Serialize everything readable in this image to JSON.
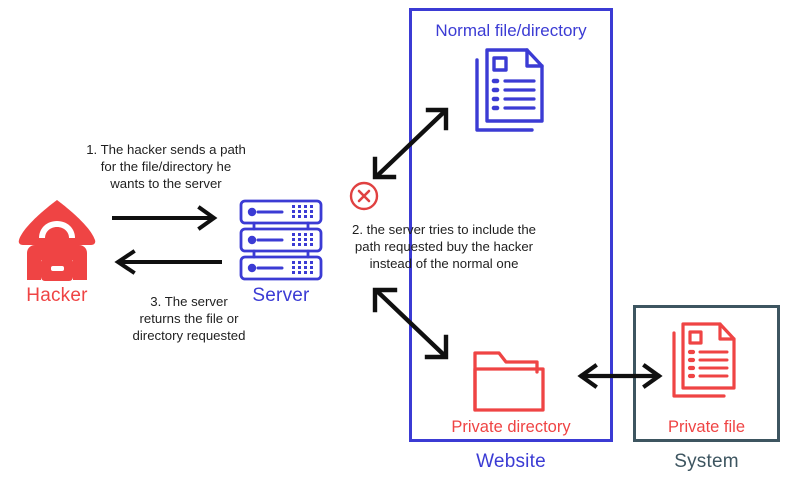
{
  "diagram": {
    "title": "path-traversal-attack-flow",
    "colors": {
      "red": "#ef4444",
      "blue": "#3b3bd4",
      "dark_slate": "#3d5560",
      "arrow_black": "#101010",
      "background": "#ffffff"
    }
  },
  "actors": {
    "hacker_label": "Hacker",
    "server_label": "Server"
  },
  "steps": {
    "step1": "1. The hacker sends a path\nfor the file/directory he\nwants to the server",
    "step2": "2. the server tries to include the\npath requested buy the hacker\ninstead of the normal one",
    "step3": "3. The server\nreturns the file or\ndirectory requested"
  },
  "website": {
    "box_label": "Website",
    "normal_item_label": "Normal file/directory",
    "private_item_label": "Private directory"
  },
  "system": {
    "box_label": "System",
    "private_file_label": "Private file"
  },
  "icons": {
    "hacker": "hacker-icon",
    "server": "server-rack-icon",
    "documents": "document-stack-icon",
    "folder": "open-folder-icon",
    "private_documents": "private-document-stack-icon",
    "blocked": "circle-x-icon",
    "arrow_request": "arrow-right-icon",
    "arrow_response": "arrow-left-icon",
    "arrow_normal_path": "double-arrow-diagonal-up-icon",
    "arrow_traversal_path": "double-arrow-diagonal-down-icon",
    "arrow_system_link": "double-arrow-horizontal-icon"
  }
}
